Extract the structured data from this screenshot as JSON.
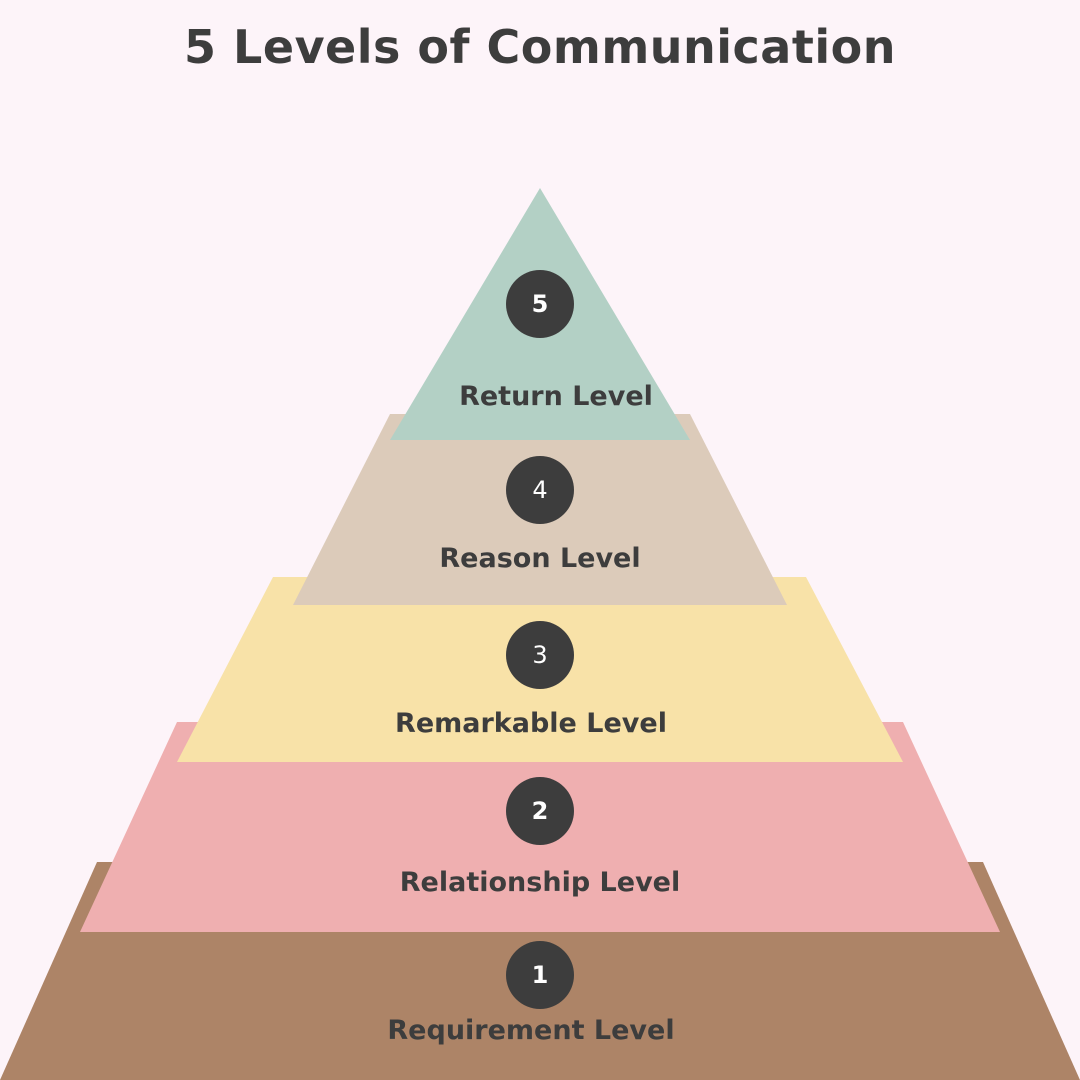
{
  "title": "5 Levels of Communication",
  "colors": {
    "background": "#fdf4f9",
    "level1": "#ad8467",
    "level2": "#efafb0",
    "level3": "#f8e2a8",
    "level4": "#dccbba",
    "level5": "#b3d0c5",
    "badge": "#3d3d3d",
    "text": "#3d3d3d"
  },
  "levels": [
    {
      "number": "1",
      "label": "Requirement Level"
    },
    {
      "number": "2",
      "label": "Relationship Level"
    },
    {
      "number": "3",
      "label": "Remarkable Level"
    },
    {
      "number": "4",
      "label": "Reason Level"
    },
    {
      "number": "5",
      "label": "Return Level"
    }
  ]
}
